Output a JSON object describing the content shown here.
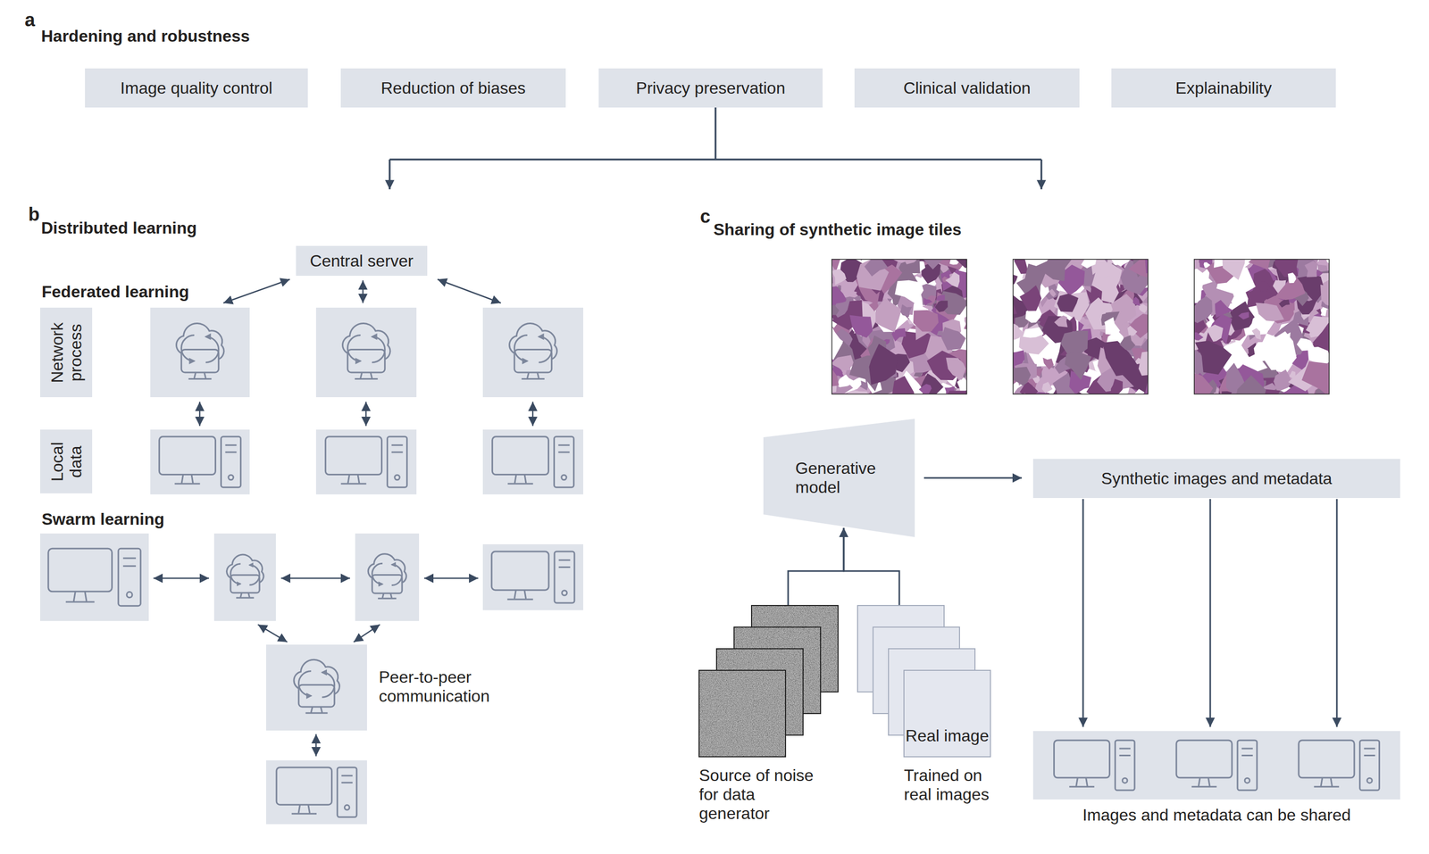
{
  "diagram": {
    "nodes": [
      {
        "text": [
          "Image quality control"
        ]
      },
      {
        "text": [
          "Reduction of biases"
        ]
      },
      {
        "text": [
          "Privacy preservation"
        ]
      },
      {
        "text": [
          "Clinical validation"
        ]
      },
      {
        "text": [
          "Explainability"
        ]
      },
      {
        "text": [
          "Central server"
        ]
      },
      {
        "text": [
          "Network process"
        ]
      },
      {
        "text": [
          "Local data"
        ]
      },
      {
        "text": [
          "Generative model"
        ]
      },
      {
        "text": [
          "Synthetic images and metadata"
        ]
      },
      {
        "text": [
          "Source of noise for data generator"
        ]
      },
      {
        "text": [
          "Real image",
          "Trained on real images"
        ]
      },
      {
        "text": [
          "Images and metadata can be shared"
        ]
      }
    ],
    "edges": [
      {
        "from": 10,
        "to": 8,
        "arrow": "to"
      },
      {
        "from": 11,
        "to": 8,
        "arrow": "to"
      },
      {
        "from": 8,
        "to": 9,
        "arrow": "to"
      },
      {
        "from": 9,
        "to": 12,
        "arrow": "to"
      },
      {
        "from": 9,
        "to": 12,
        "arrow": "to"
      },
      {
        "from": 9,
        "to": 12,
        "arrow": "to"
      }
    ],
    "labels": [
      "a",
      "Hardening and robustness",
      "b",
      "Distributed learning",
      "Federated learning",
      "Swarm learning",
      "Peer-to-peer communication",
      "c",
      "Sharing of synthetic image tiles"
    ]
  }
}
